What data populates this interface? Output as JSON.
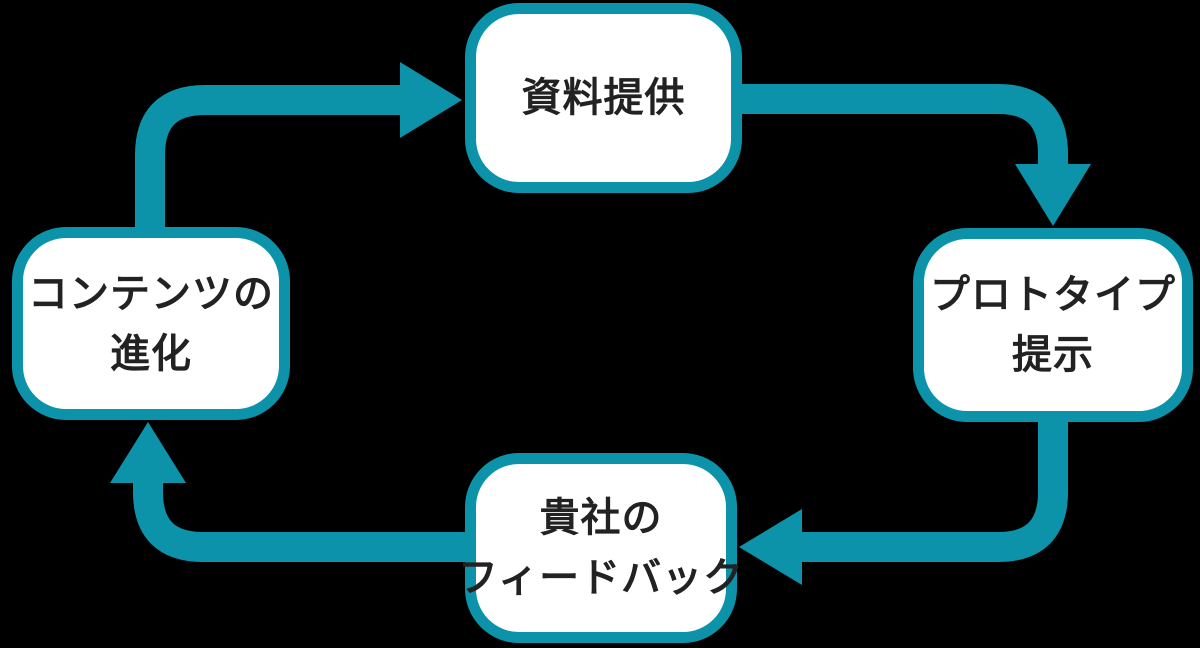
{
  "diagram": {
    "type": "cycle",
    "direction": "clockwise",
    "colors": {
      "accent": "#0c93aa",
      "node_fill": "#ffffff",
      "text": "#222222",
      "background": "#000000"
    },
    "nodes": [
      {
        "name": "material-provision",
        "lines": [
          "資料提供"
        ]
      },
      {
        "name": "prototype-presentation",
        "lines": [
          "プロトタイプ",
          "提示"
        ]
      },
      {
        "name": "company-feedback",
        "lines": [
          "貴社の",
          "フィードバック"
        ]
      },
      {
        "name": "content-evolution",
        "lines": [
          "コンテンツの",
          "進化"
        ]
      }
    ]
  }
}
